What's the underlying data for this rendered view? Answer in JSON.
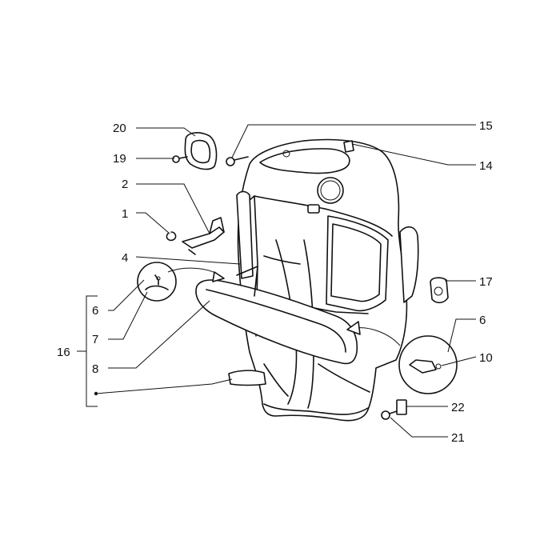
{
  "callouts": [
    {
      "id": "c20",
      "text": "20"
    },
    {
      "id": "c19",
      "text": "19"
    },
    {
      "id": "c2",
      "text": "2"
    },
    {
      "id": "c1",
      "text": "1"
    },
    {
      "id": "c4",
      "text": "4"
    },
    {
      "id": "c6a",
      "text": "6"
    },
    {
      "id": "c7",
      "text": "7"
    },
    {
      "id": "c16",
      "text": "16"
    },
    {
      "id": "c8",
      "text": "8"
    },
    {
      "id": "c15",
      "text": "15"
    },
    {
      "id": "c14",
      "text": "14"
    },
    {
      "id": "c17",
      "text": "17"
    },
    {
      "id": "c6b",
      "text": "6"
    },
    {
      "id": "c10",
      "text": "10"
    },
    {
      "id": "c22",
      "text": "22"
    },
    {
      "id": "c21",
      "text": "21"
    }
  ]
}
